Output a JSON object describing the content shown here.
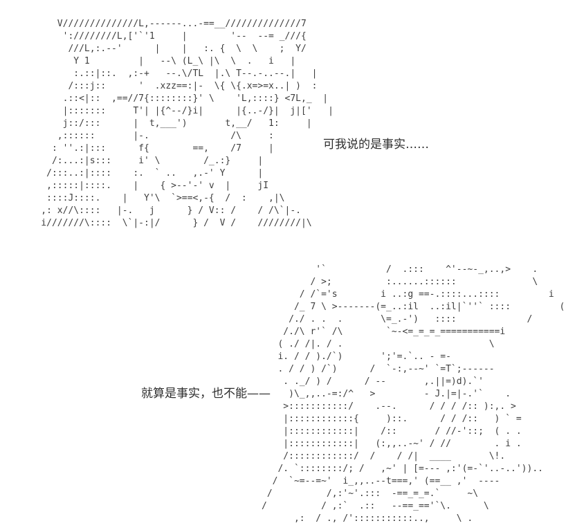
{
  "page": {
    "background_color": "#ffffff",
    "art_color": "#3d3d3d",
    "text_color": "#2e2e2e"
  },
  "dialogues": [
    {
      "text": "可我说的是事实……"
    },
    {
      "text": "就算是事实，也不能——"
    }
  ],
  "ascii_art": {
    "top_figure": {
      "description": "ascii-art face, front view, hatched hair top-left",
      "lines": [
        "       V//////////////L,------...-==__//////////////7",
        "        ':////////L,['`'1     |        '--  --= _///{",
        "         ///L,:.--'      |    |   :. {  \\  \\    ;  Y/",
        "          Y 1         |   --\\ (L_\\ |\\  \\  .   i   |",
        "          :.::|::.  ,:-+   --.\\/TL  |.\\ T--.-..--.|   |",
        "         /:::j::      '  .xzz==:|-  \\{ \\{.x=>=x..| )  :",
        "        .::<|::  ,==//7{::::::::}' \\    'L,::::} <7L,_  |",
        "        |:::::::     T'| |{^--/}i|      |{..-/}|  j|['   |",
        "        j::/:::      |  t,___')       t,__/   1:     |",
        "       ,::::::       |-.               /\\     :",
        "      : ''.:|:::      f{        ==,    /7     |",
        "      /:...:|s:::     i' \\        /_.:}     |",
        "     /:::..:|::::    :.  ` ..   ,.-' Y      |",
        "     ,:::::|::::.    |    { >--'-' v  |     jI",
        "     ::::J::::.    |   Y'\\  `>==<,-{  /  :    ,|\\",
        "    ,: x//\\::::   |-.   j      } / V:: /    / /\\`|-.",
        "    i///////\\::::  \\`|-:|/      } /  V /    ////////|\\"
      ]
    },
    "bottom_figure": {
      "description": "ascii-art figure, profile view with raised hand, dot-shaded sleeve",
      "lines": [
        "          '`           /  .:::    ^'--~-_,..,>    .",
        "         / >;          :......::::::              \\",
        "       / /`='s        i ..:g ==-.::::...::::         i",
        "      /_ 7 \\ >-------(=_..:il  ..:il|`''` ::::         (",
        "     /./ . .  .       \\=_.-')   ::::             /",
        "    /./\\ r'` /\\        `~-<=_=_=_===========i",
        "   ( ./ /|. / .                           \\",
        "   i. / / )./`)       ';'=.`.. - =-",
        "   . / / ) /`)      /  `-:,--~' `=T`;------",
        "    . ._/ ) /      / --       ,.||=)d).`'",
        "     )\\_,,..-=:/^   >         - J.|=|-.'`    .",
        "    >:::::::::::/    .--.      / / / /:: ):,. >",
        "    |::::::::::::{     )::.      / / /::   ) ` =",
        "    |::::::::::::|    /::       / //-'::;  ( . .",
        "    |::::::::::::|   (:,,..-~' / //        . i .",
        "    /::::::::::::/  /    / /|  ____       \\!.",
        "   /. `::::::::/; /   ,~' | [=--- ,:'(=-`'..-..'))..",
        "  /  `~=--=~'  i_,,..--t===,' (==__ ,'  ----",
        " /          /,:'~'.:::  -==_=_=.`     ~\\",
        "/          / ,:`  .::   --==_=='`\\.      \\",
        "      ,:  / ., /':::::::::::..,     \\ ."
      ]
    }
  }
}
